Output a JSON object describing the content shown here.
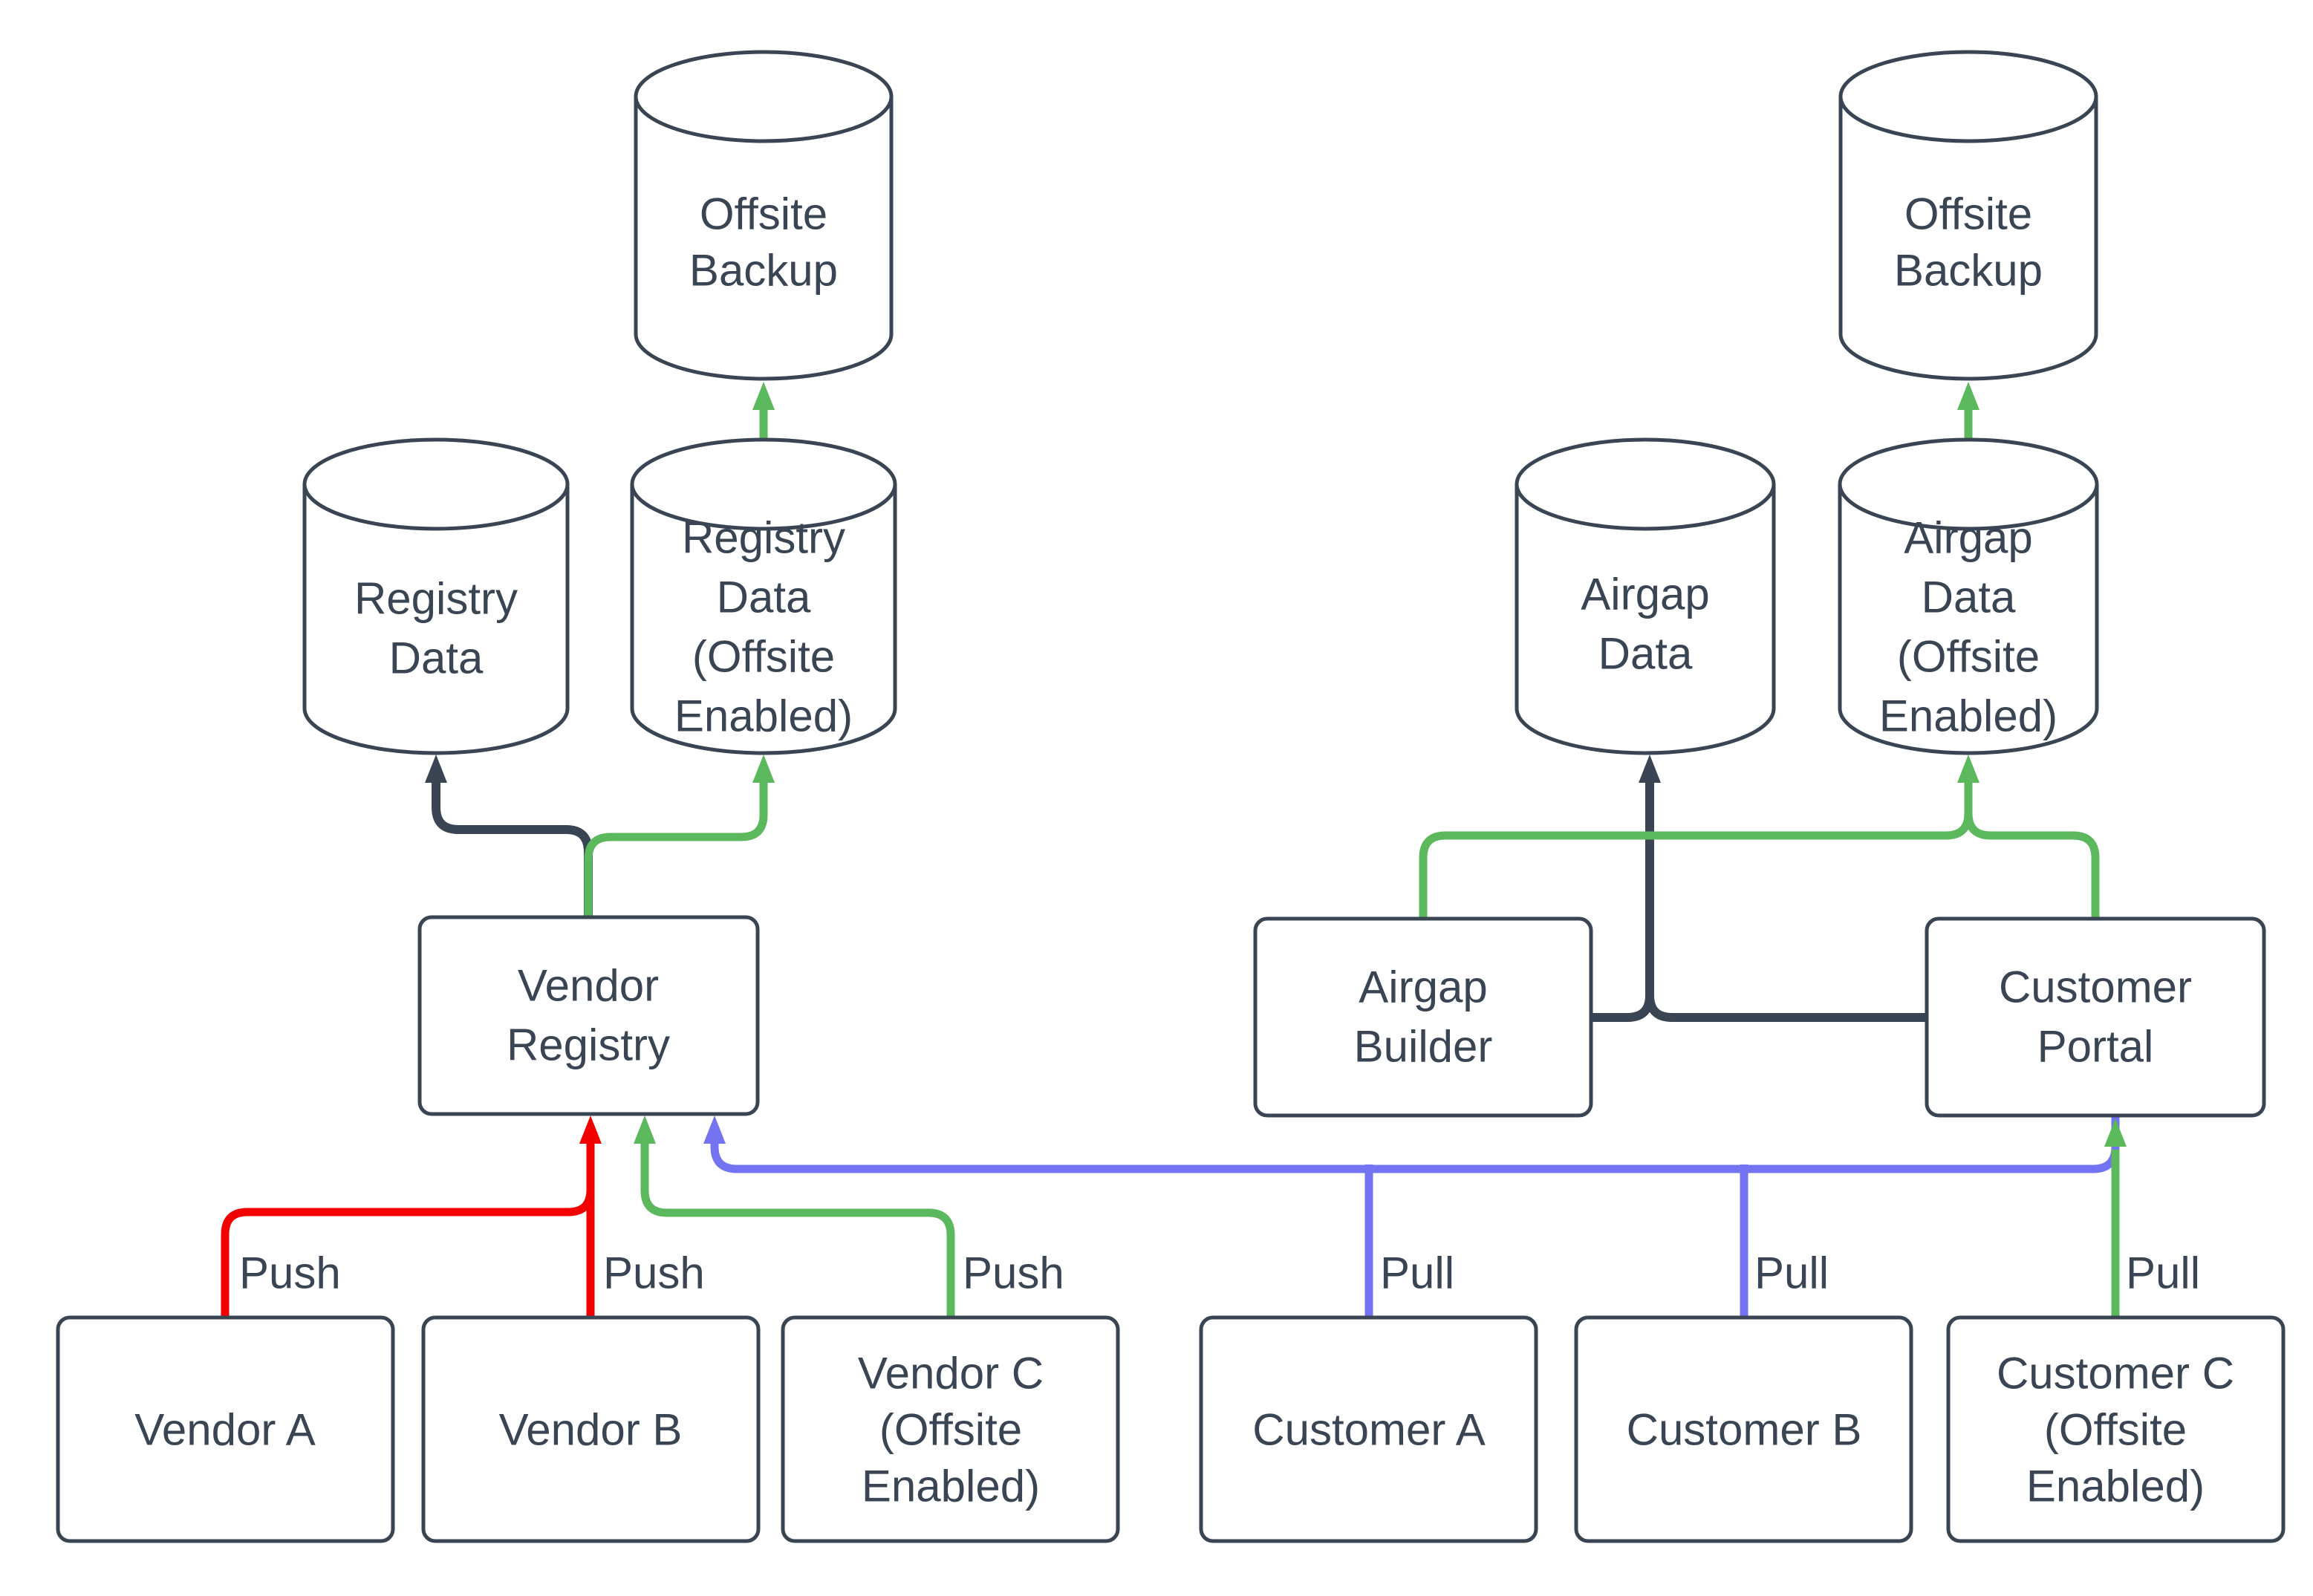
{
  "diagram": {
    "type": "flowchart",
    "colors": {
      "dark": "#3a4553",
      "red": "#f20000",
      "green": "#5cb85c",
      "blue": "#7473f2",
      "background": "#ffffff"
    },
    "nodes": {
      "offsite_backup_left": {
        "shape": "cylinder",
        "label": "Offsite Backup",
        "lines": [
          "Offsite",
          "Backup"
        ]
      },
      "registry_data": {
        "shape": "cylinder",
        "label": "Registry Data",
        "lines": [
          "Registry",
          "Data"
        ]
      },
      "registry_data_offsite": {
        "shape": "cylinder",
        "label": "Registry Data (Offsite Enabled)",
        "lines": [
          "Registry",
          "Data",
          "(Offsite",
          "Enabled)"
        ]
      },
      "offsite_backup_right": {
        "shape": "cylinder",
        "label": "Offsite Backup",
        "lines": [
          "Offsite",
          "Backup"
        ]
      },
      "airgap_data": {
        "shape": "cylinder",
        "label": "Airgap Data",
        "lines": [
          "Airgap",
          "Data"
        ]
      },
      "airgap_data_offsite": {
        "shape": "cylinder",
        "label": "Airgap Data (Offsite Enabled)",
        "lines": [
          "Airgap",
          "Data",
          "(Offsite",
          "Enabled)"
        ]
      },
      "vendor_registry": {
        "shape": "rect",
        "label": "Vendor Registry",
        "lines": [
          "Vendor",
          "Registry"
        ]
      },
      "airgap_builder": {
        "shape": "rect",
        "label": "Airgap Builder",
        "lines": [
          "Airgap",
          "Builder"
        ]
      },
      "customer_portal": {
        "shape": "rect",
        "label": "Customer Portal",
        "lines": [
          "Customer",
          "Portal"
        ]
      },
      "vendor_a": {
        "shape": "rect",
        "label": "Vendor A",
        "lines": [
          "Vendor A"
        ]
      },
      "vendor_b": {
        "shape": "rect",
        "label": "Vendor B",
        "lines": [
          "Vendor B"
        ]
      },
      "vendor_c": {
        "shape": "rect",
        "label": "Vendor C (Offsite Enabled)",
        "lines": [
          "Vendor C",
          "(Offsite",
          "Enabled)"
        ]
      },
      "customer_a": {
        "shape": "rect",
        "label": "Customer A",
        "lines": [
          "Customer A"
        ]
      },
      "customer_b": {
        "shape": "rect",
        "label": "Customer B",
        "lines": [
          "Customer B"
        ]
      },
      "customer_c": {
        "shape": "rect",
        "label": "Customer C (Offsite Enabled)",
        "lines": [
          "Customer C",
          "(Offsite",
          "Enabled)"
        ]
      }
    },
    "edge_labels": [
      {
        "id": "vendor-a-push",
        "text": "Push"
      },
      {
        "id": "vendor-b-push",
        "text": "Push"
      },
      {
        "id": "vendor-c-push",
        "text": "Push"
      },
      {
        "id": "customer-a-pull",
        "text": "Pull"
      },
      {
        "id": "customer-b-pull",
        "text": "Pull"
      },
      {
        "id": "customer-c-pull",
        "text": "Pull"
      }
    ],
    "edges": [
      {
        "from": "vendor_a",
        "to": "vendor_registry",
        "label": "Push",
        "color": "red"
      },
      {
        "from": "vendor_b",
        "to": "vendor_registry",
        "label": "Push",
        "color": "red"
      },
      {
        "from": "vendor_c",
        "to": "vendor_registry",
        "label": "Push",
        "color": "green"
      },
      {
        "from": "customer_a",
        "to": "vendor_registry",
        "label": "Pull",
        "color": "blue"
      },
      {
        "from": "customer_b",
        "to": "vendor_registry",
        "label": "Pull",
        "color": "blue"
      },
      {
        "from": "customer_c",
        "to": "customer_portal",
        "label": "Pull",
        "color": "green"
      },
      {
        "from": "customer_portal",
        "to": "vendor_registry",
        "label": "",
        "color": "blue"
      },
      {
        "from": "vendor_registry",
        "to": "registry_data",
        "label": "",
        "color": "dark"
      },
      {
        "from": "vendor_registry",
        "to": "registry_data_offsite",
        "label": "",
        "color": "green"
      },
      {
        "from": "registry_data_offsite",
        "to": "offsite_backup_left",
        "label": "",
        "color": "green"
      },
      {
        "from": "airgap_builder",
        "to": "airgap_data",
        "label": "",
        "color": "dark"
      },
      {
        "from": "customer_portal",
        "to": "airgap_data",
        "label": "",
        "color": "dark"
      },
      {
        "from": "airgap_builder",
        "to": "airgap_data_offsite",
        "label": "",
        "color": "green"
      },
      {
        "from": "customer_portal",
        "to": "airgap_data_offsite",
        "label": "",
        "color": "green"
      },
      {
        "from": "airgap_data_offsite",
        "to": "offsite_backup_right",
        "label": "",
        "color": "green"
      }
    ]
  }
}
